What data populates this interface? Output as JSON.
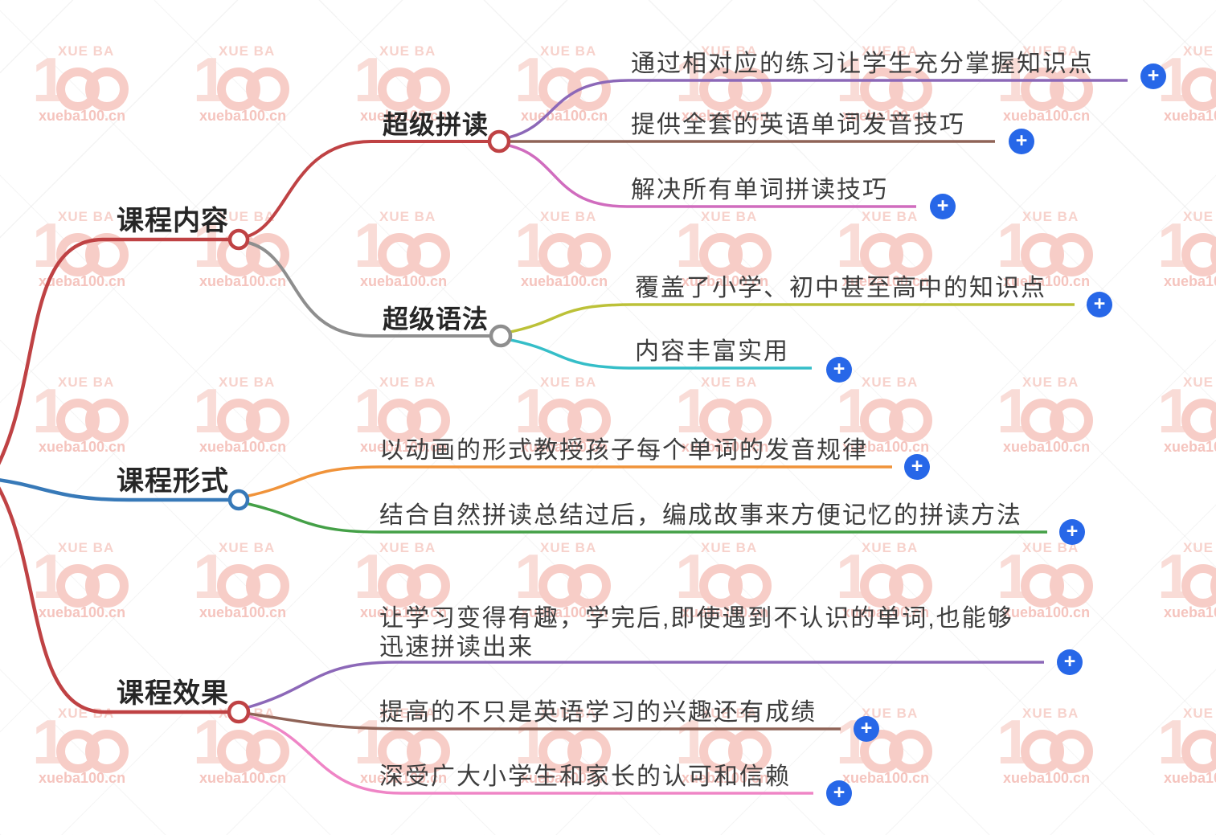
{
  "watermark": {
    "one": "1",
    "brand": "XUE BA",
    "url": "xueba100.cn",
    "grid": {
      "rows": 5,
      "cols": 8
    }
  },
  "icons": {
    "plus": "+"
  },
  "colors": {
    "red": "#bf4244",
    "gray": "#8e8e8e",
    "blue": "#3779b8",
    "orange": "#f0933a",
    "green": "#44a047",
    "olive": "#bcc138",
    "cyan": "#35bec8",
    "purple": "#8c68b8",
    "brown": "#8f6357",
    "orchid": "#d06cbe",
    "pink": "#ef85c6",
    "plus_blue": "#2767e8"
  },
  "mindmap": {
    "level1": [
      {
        "label": "课程内容"
      },
      {
        "label": "课程形式"
      },
      {
        "label": "课程效果"
      }
    ],
    "level2": [
      {
        "label": "超级拼读"
      },
      {
        "label": "超级语法"
      }
    ],
    "leaves": [
      {
        "label": "通过相对应的练习让学生充分掌握知识点"
      },
      {
        "label": "提供全套的英语单词发音技巧"
      },
      {
        "label": "解决所有单词拼读技巧"
      },
      {
        "label": "覆盖了小学、初中甚至高中的知识点"
      },
      {
        "label": "内容丰富实用"
      },
      {
        "label": "以动画的形式教授孩子每个单词的发音规律"
      },
      {
        "label": "结合自然拼读总结过后，编成故事来方便记忆的拼读方法"
      },
      {
        "label": "让学习变得有趣，学完后,即使遇到不认识的单词,也能够迅速拼读出来"
      },
      {
        "label": "提高的不只是英语学习的兴趣还有成绩"
      },
      {
        "label": "深受广大小学生和家长的认可和信赖"
      }
    ]
  }
}
